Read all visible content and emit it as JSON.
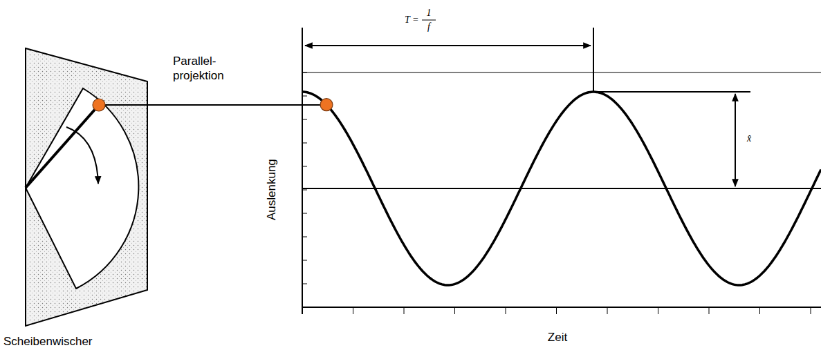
{
  "diagram": {
    "labels": [
      "Parallel- projektion",
      "Scheibenwischer",
      "Auslenkung",
      "Zeit",
      "T =",
      "1",
      "f",
      "x̂"
    ]
  }
}
